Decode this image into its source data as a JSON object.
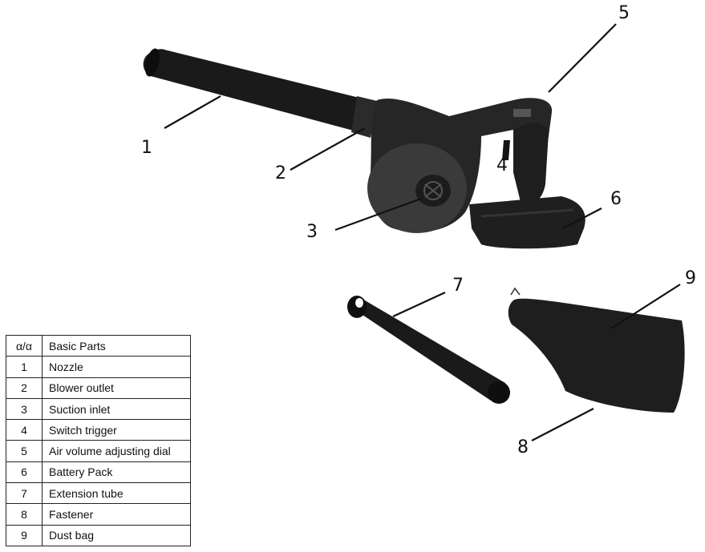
{
  "callouts": [
    {
      "id": "1",
      "label": "1"
    },
    {
      "id": "2",
      "label": "2"
    },
    {
      "id": "3",
      "label": "3"
    },
    {
      "id": "4",
      "label": "4"
    },
    {
      "id": "5",
      "label": "5"
    },
    {
      "id": "6",
      "label": "6"
    },
    {
      "id": "7",
      "label": "7"
    },
    {
      "id": "8",
      "label": "8"
    },
    {
      "id": "9",
      "label": "9"
    }
  ],
  "parts_table": {
    "headers": [
      "α/α",
      "Basic Parts"
    ],
    "rows": [
      [
        "1",
        "Nozzle"
      ],
      [
        "2",
        "Blower outlet"
      ],
      [
        "3",
        "Suction inlet"
      ],
      [
        "4",
        "Switch trigger"
      ],
      [
        "5",
        "Air volume adjusting dial"
      ],
      [
        "6",
        "Battery Pack"
      ],
      [
        "7",
        "Extension tube"
      ],
      [
        "8",
        "Fastener"
      ],
      [
        "9",
        "Dust bag"
      ]
    ]
  },
  "colors": {
    "product": "#1c1c1c",
    "body_highlight": "#444444",
    "line": "#111111"
  }
}
